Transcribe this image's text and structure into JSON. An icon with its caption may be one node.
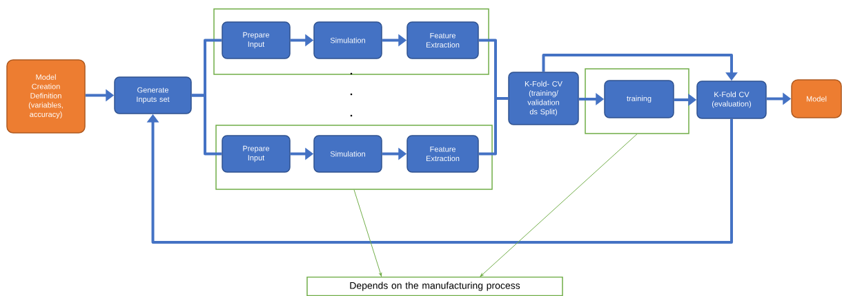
{
  "diagram": {
    "nodes": [
      {
        "text": [
          "Model Creation Definition (variables, accuracy)"
        ]
      },
      {
        "text": [
          "Generate Inputs set"
        ]
      },
      {
        "text": [],
        "shape": "box"
      },
      {
        "text": [
          "Prepare Input"
        ],
        "in": 2
      },
      {
        "text": [
          "Simulation"
        ],
        "in": 2
      },
      {
        "text": [
          "Feature Extraction"
        ],
        "in": 2
      },
      {
        "text": [],
        "shape": "box"
      },
      {
        "text": [
          "Prepare Input"
        ],
        "in": 6
      },
      {
        "text": [
          "Simulation"
        ],
        "in": 6
      },
      {
        "text": [
          "Feature Extraction"
        ],
        "in": 6
      },
      {
        "text": [
          "K-Fold- CV (training/ validation ds Split)"
        ]
      },
      {
        "text": [],
        "shape": "box"
      },
      {
        "text": [
          "training"
        ],
        "in": 11
      },
      {
        "text": [
          "K-Fold CV (evaluation)"
        ]
      },
      {
        "text": [
          "Model"
        ]
      },
      {
        "text": [
          "Depends on the manufacturing process"
        ]
      }
    ],
    "edges": [
      {
        "from": 0,
        "to": 1,
        "arrow": "to"
      },
      {
        "from": 1,
        "to": 3,
        "arrow": "none"
      },
      {
        "from": 1,
        "to": 7,
        "arrow": "none"
      },
      {
        "from": 3,
        "to": 4,
        "arrow": "to"
      },
      {
        "from": 4,
        "to": 5,
        "arrow": "to"
      },
      {
        "from": 7,
        "to": 8,
        "arrow": "to"
      },
      {
        "from": 8,
        "to": 9,
        "arrow": "to"
      },
      {
        "from": 5,
        "to": 10,
        "arrow": "none"
      },
      {
        "from": 9,
        "to": 10,
        "arrow": "none"
      },
      {
        "from": 10,
        "to": 12,
        "arrow": "to"
      },
      {
        "from": 12,
        "to": 13,
        "arrow": "to"
      },
      {
        "from": 10,
        "to": 13,
        "arrow": "to"
      },
      {
        "from": 13,
        "to": 14,
        "arrow": "to"
      },
      {
        "from": 13,
        "to": 1,
        "arrow": "to"
      },
      {
        "from": 6,
        "to": 15,
        "arrow": "to",
        "color": "#70ad47"
      },
      {
        "from": 11,
        "to": 15,
        "arrow": "to",
        "color": "#70ad47"
      }
    ]
  }
}
